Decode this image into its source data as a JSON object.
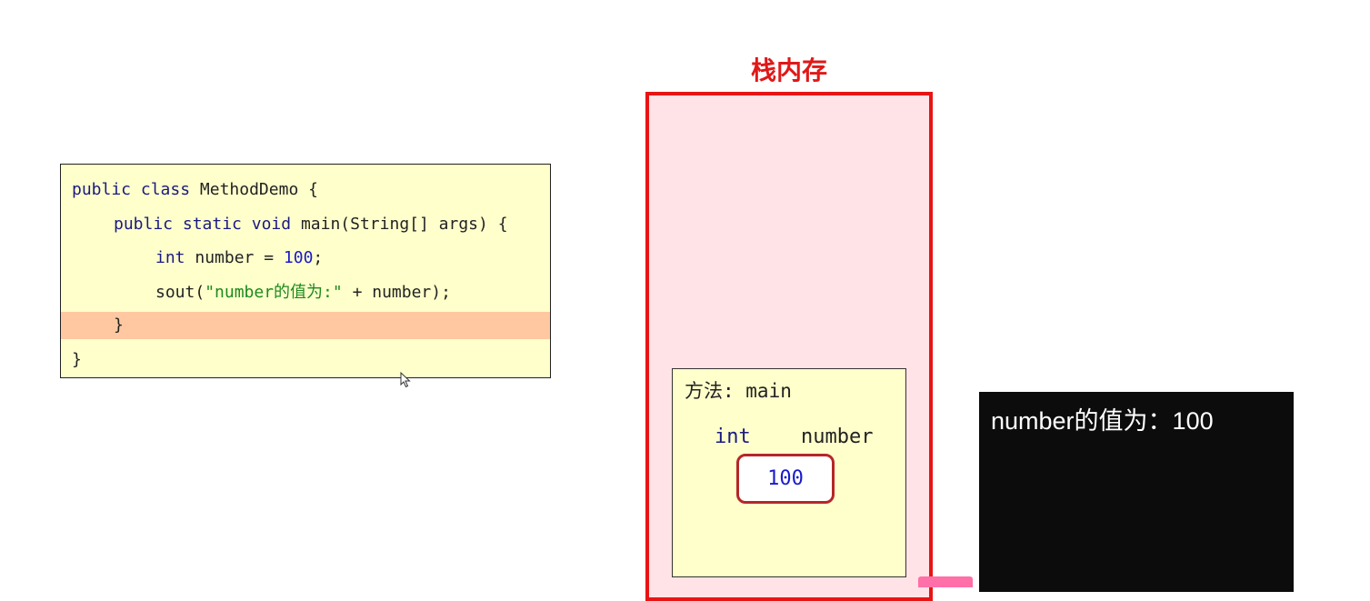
{
  "code": {
    "line1": {
      "kw1": "public",
      "kw2": "class",
      "rest": "MethodDemo {"
    },
    "line2": {
      "kw1": "public",
      "kw2": "static",
      "kw3": "void",
      "rest": "main(String[] args) {"
    },
    "line3": {
      "type": "int",
      "mid": "number = ",
      "num": "100",
      "end": ";"
    },
    "line4": {
      "start": "sout(",
      "str": "\"number的值为:\"",
      "end": " + number);"
    },
    "line5": "}",
    "line6": "}"
  },
  "stack": {
    "title": "栈内存",
    "frame": {
      "title": "方法: main",
      "var_type": "int",
      "var_name": "number",
      "var_value": "100"
    }
  },
  "console": {
    "output": "number的值为：100"
  },
  "colors": {
    "stack_border": "#e81414",
    "stack_fill": "#ffe3e6",
    "code_bg": "#ffffcc",
    "highlight": "#ffc8a0",
    "console_bg": "#0c0c0c"
  }
}
